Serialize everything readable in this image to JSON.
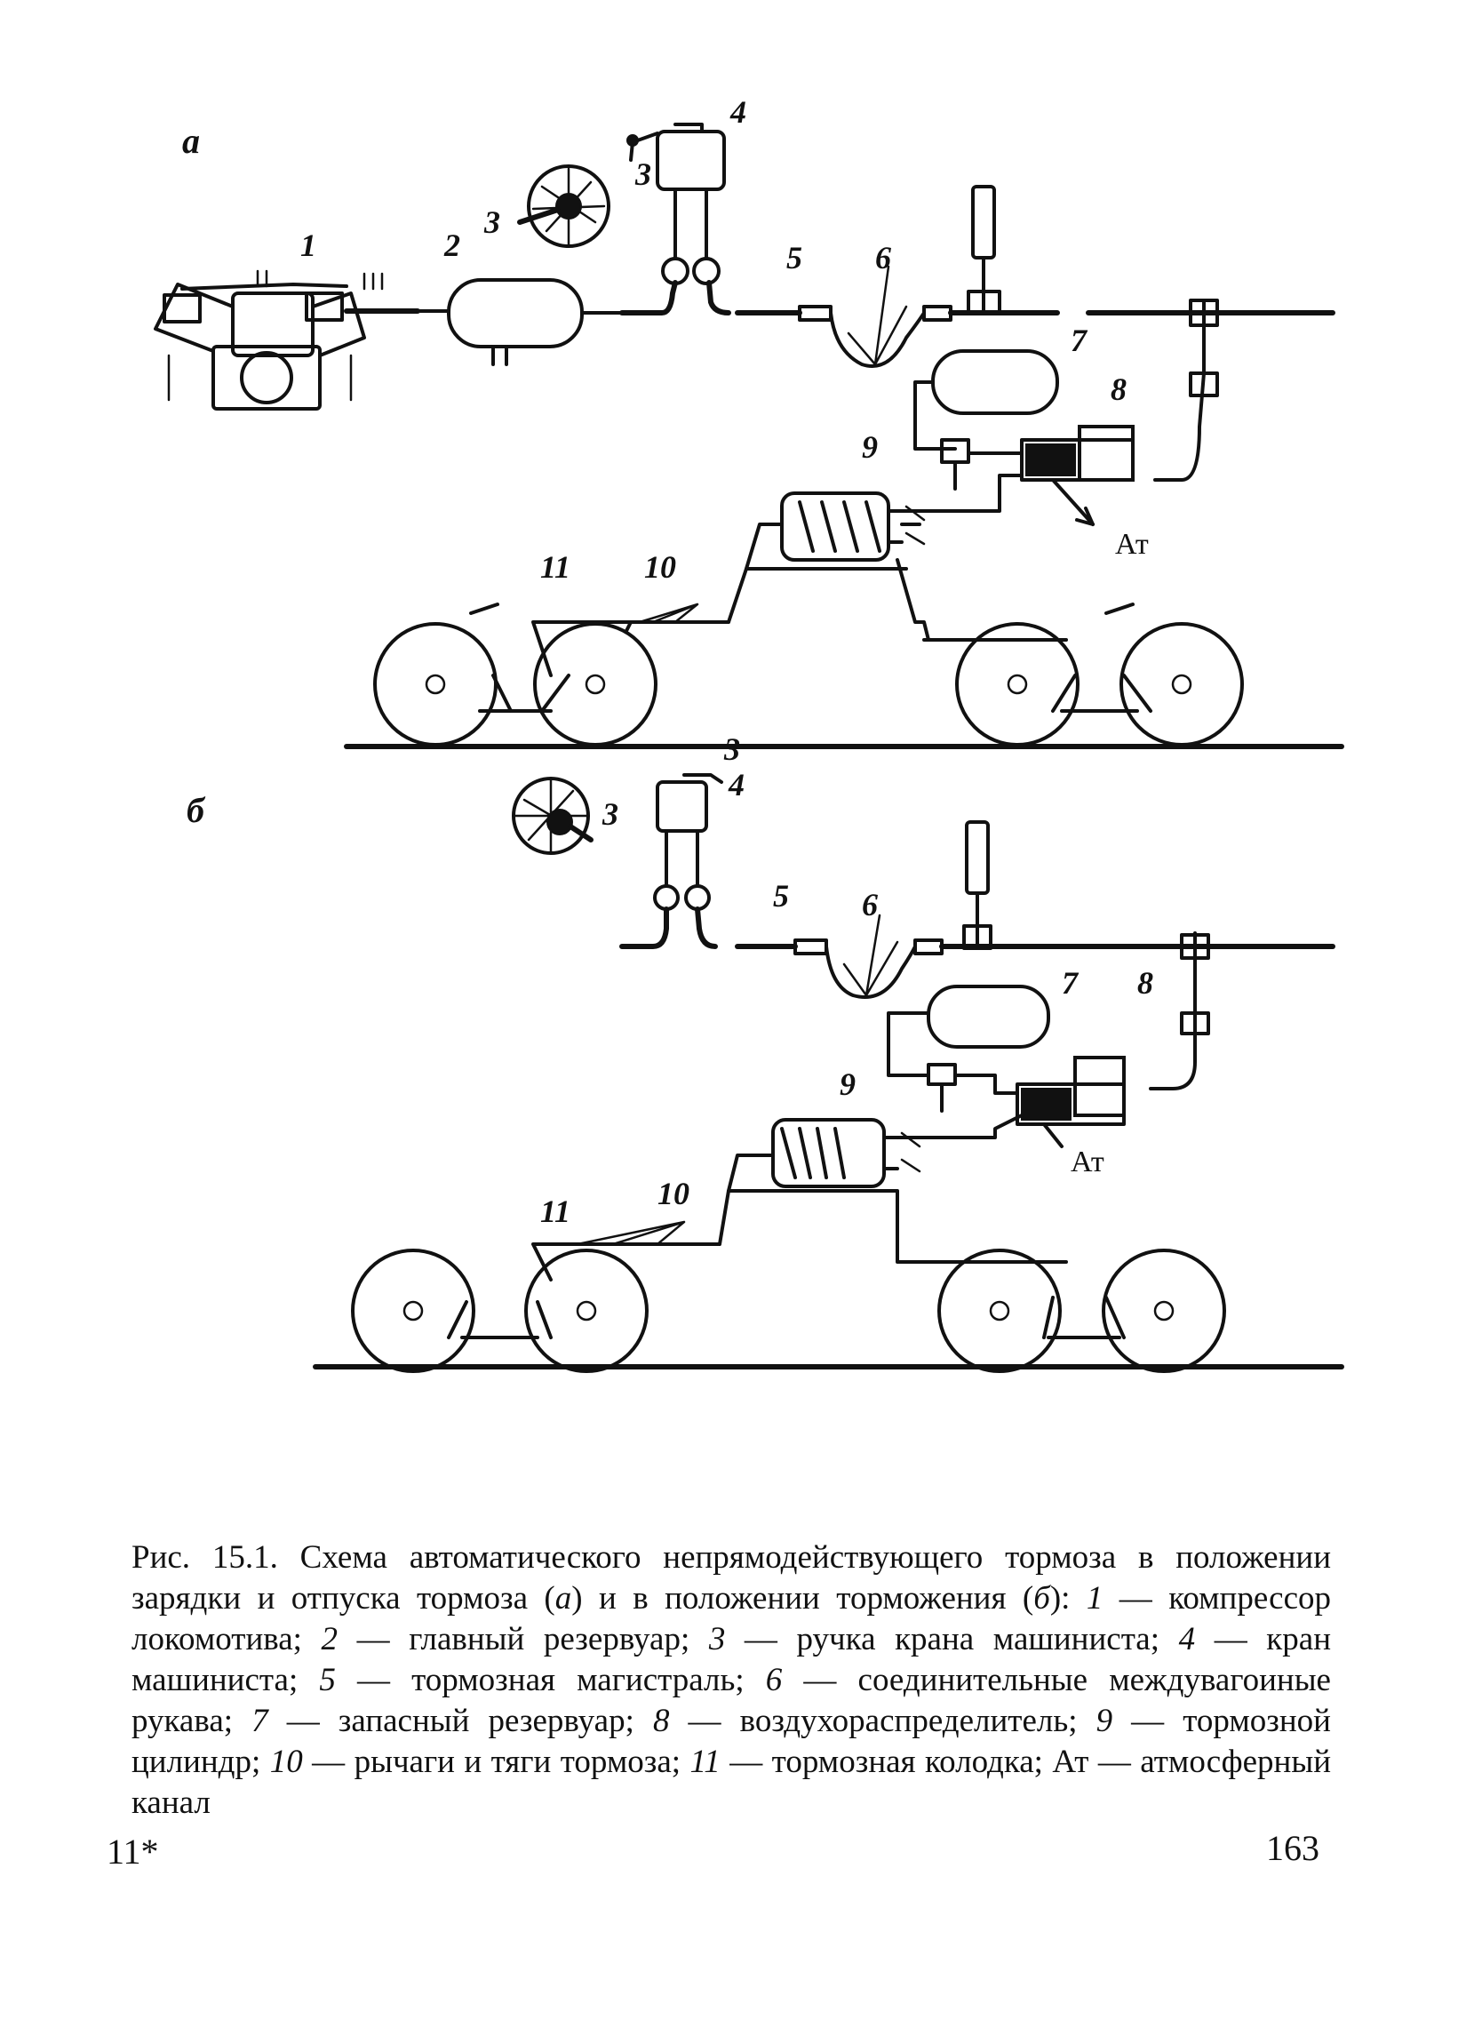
{
  "diagram": {
    "panel_a": "а",
    "panel_b": "б",
    "numbers": [
      "1",
      "2",
      "3",
      "4",
      "5",
      "6",
      "7",
      "8",
      "9",
      "10",
      "11"
    ],
    "at_label": "Ат"
  },
  "caption": {
    "head": "Рис. 15.1. Схема автоматического непрямодействующего тормоза в положении зарядки и отпуска тормоза (",
    "a": "а",
    "mid": ") и в положении торможения (",
    "b": "б",
    "tail": "):",
    "items": [
      {
        "num": "1",
        "text": " — компрессор локомотива; "
      },
      {
        "num": "2",
        "text": " — главный резервуар; "
      },
      {
        "num": "3",
        "text": " — ручка крана машиниста; "
      },
      {
        "num": "4",
        "text": " — кран машиниста; "
      },
      {
        "num": "5",
        "text": " — тормозная магистраль; "
      },
      {
        "num": "6",
        "text": " — соединительные междувагоиные рукава; "
      },
      {
        "num": "7",
        "text": " — запасный резервуар; "
      },
      {
        "num": "8",
        "text": " — воздухораспределитель; "
      },
      {
        "num": "9",
        "text": " — тормозной цилиндр; "
      },
      {
        "num": "10",
        "text": " — рычаги и тяги тормоза; "
      },
      {
        "num": "11",
        "text": " — тормозная колодка; Ат — атмосферный канал"
      }
    ]
  },
  "footer": {
    "signature_mark": "11*",
    "page_number": "163"
  }
}
